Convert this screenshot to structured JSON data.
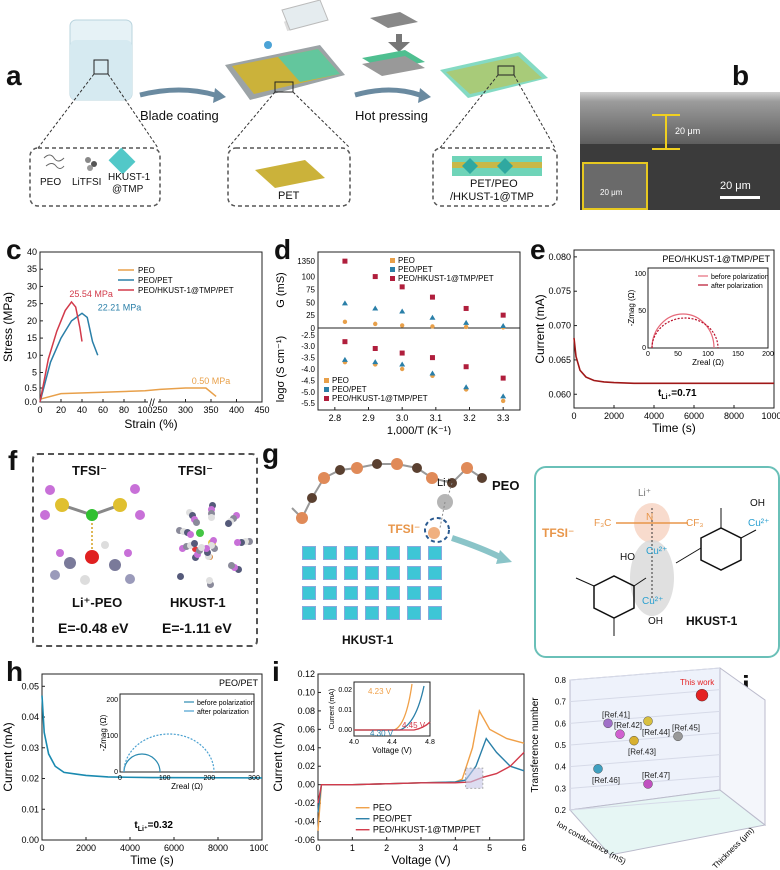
{
  "panels": {
    "a": {
      "label": "a",
      "arrow1": "Blade coating",
      "arrow2": "Hot pressing",
      "materials": [
        "PEO",
        "LiTFSI",
        "HKUST-1",
        "@TMP"
      ],
      "pet": "PET",
      "composite1": "PET/PEO",
      "composite2": "/HKUST-1@TMP"
    },
    "b": {
      "label": "b",
      "thickness": "20 μm",
      "scale_main": "20 μm",
      "scale_inset": "20 μm"
    },
    "c": {
      "label": "c"
    },
    "d": {
      "label": "d"
    },
    "e": {
      "label": "e"
    },
    "f": {
      "label": "f",
      "left_title": "TFSI⁻",
      "right_title": "TFSI⁻",
      "left_name": "Li⁺-PEO",
      "right_name": "HKUST-1",
      "left_energy": "E=-0.48 eV",
      "right_energy": "E=-1.11 eV"
    },
    "g": {
      "label": "g",
      "peo": "PEO",
      "li": "Li⁺",
      "tfsi": "TFSI⁻",
      "hkust": "HKUST-1",
      "zoom_li": "Li⁺",
      "zoom_n": "N",
      "zoom_cf3a": "F₃C",
      "zoom_cf3b": "CF₃",
      "zoom_tfsi": "TFSI⁻",
      "zoom_cu1": "Cu²⁺",
      "zoom_cu2": "Cu²⁺",
      "zoom_cu3": "Cu²⁺",
      "zoom_ho": "HO",
      "zoom_oh": "OH",
      "zoom_oh2": "OH",
      "zoom_hkust": "HKUST-1"
    },
    "h": {
      "label": "h"
    },
    "i": {
      "label": "i"
    },
    "j": {
      "label": "j"
    }
  },
  "chart_data": [
    {
      "id": "c",
      "type": "line",
      "xlabel": "Strain (%)",
      "ylabel": "Stress (MPa)",
      "xticks": [
        "0",
        "20",
        "40",
        "60",
        "80",
        "100",
        "250",
        "300",
        "350",
        "400",
        "450"
      ],
      "yticks": [
        "0.0",
        "0.5",
        "5",
        "10",
        "15",
        "20",
        "25",
        "30",
        "35",
        "40"
      ],
      "series": [
        {
          "name": "PEO",
          "color": "#e8a04a",
          "x": [
            0,
            20,
            60,
            100,
            250,
            300,
            340,
            360
          ],
          "y": [
            0.1,
            0.3,
            0.35,
            0.4,
            0.45,
            0.5,
            0.5,
            0.2
          ]
        },
        {
          "name": "PEO/PET",
          "color": "#2a7fa8",
          "x": [
            0,
            10,
            20,
            30,
            40,
            45,
            50,
            55
          ],
          "y": [
            0,
            8,
            15,
            20,
            22.2,
            21,
            14,
            10
          ]
        },
        {
          "name": "PEO/HKUST-1@TMP/PET",
          "color": "#d23a4a",
          "x": [
            0,
            8,
            16,
            24,
            30,
            34,
            38,
            40
          ],
          "y": [
            0,
            9,
            17,
            23,
            25.5,
            24,
            18,
            14
          ]
        }
      ],
      "annotations": [
        "25.54 MPa",
        "22.21 MPa",
        "0.50 MPa"
      ]
    },
    {
      "id": "d",
      "type": "scatter",
      "xlabel": "1,000/T (K⁻¹)",
      "ylabel_top": "G (mS)",
      "ylabel_bottom": "logσ (S cm⁻¹)",
      "xticks": [
        "2.8",
        "2.9",
        "3.0",
        "3.1",
        "3.2",
        "3.3"
      ],
      "yticks_top": [
        "0",
        "25",
        "50",
        "75",
        "100",
        "1350"
      ],
      "yticks_bottom": [
        "-2.5",
        "-3.0",
        "-3.5",
        "-4.0",
        "-4.5",
        "-5.0",
        "-5.5"
      ],
      "x": [
        2.83,
        2.92,
        3.0,
        3.09,
        3.19,
        3.3
      ],
      "top_series": [
        {
          "name": "PEO",
          "color": "#e8a04a",
          "y": [
            12,
            8,
            5,
            3,
            2,
            1
          ]
        },
        {
          "name": "PEO/PET",
          "color": "#2a7fa8",
          "y": [
            48,
            38,
            32,
            20,
            10,
            4
          ]
        },
        {
          "name": "PEO/HKUST-1@TMP/PET",
          "color": "#b01e3c",
          "y": [
            130,
            100,
            80,
            60,
            38,
            25
          ]
        }
      ],
      "bottom_series": [
        {
          "name": "PEO",
          "color": "#e8a04a",
          "y": [
            -3.7,
            -3.8,
            -4.0,
            -4.3,
            -4.9,
            -5.4
          ]
        },
        {
          "name": "PEO/PET",
          "color": "#2a7fa8",
          "y": [
            -3.6,
            -3.7,
            -3.8,
            -4.2,
            -4.8,
            -5.2
          ]
        },
        {
          "name": "PEO/HKUST-1@TMP/PET",
          "color": "#b01e3c",
          "y": [
            -2.8,
            -3.1,
            -3.3,
            -3.5,
            -3.9,
            -4.4
          ]
        }
      ]
    },
    {
      "id": "e",
      "type": "line",
      "title": "PEO/HKUST-1@TMP/PET",
      "xlabel": "Time (s)",
      "ylabel": "Current (mA)",
      "xticks": [
        "0",
        "2000",
        "4000",
        "6000",
        "8000",
        "10000"
      ],
      "yticks": [
        "0.060",
        "0.065",
        "0.070",
        "0.075",
        "0.080"
      ],
      "x": [
        0,
        100,
        300,
        600,
        1000,
        1500,
        2000,
        3000,
        5000,
        10000
      ],
      "y": [
        0.0682,
        0.0655,
        0.0635,
        0.0625,
        0.062,
        0.0618,
        0.0617,
        0.0616,
        0.0616,
        0.0616
      ],
      "t_label": "t",
      "t_sub": "Li⁺",
      "t_value": "=0.71",
      "inset": {
        "xlabel": "Zreal (Ω)",
        "ylabel": "-Zmag (Ω)",
        "xticks": [
          "0",
          "50",
          "100",
          "150",
          "200"
        ],
        "yticks": [
          "0",
          "50",
          "100"
        ],
        "legend": [
          "before polarization",
          "after polarization"
        ]
      }
    },
    {
      "id": "h",
      "type": "line",
      "title": "PEO/PET",
      "xlabel": "Time (s)",
      "ylabel": "Current (mA)",
      "xticks": [
        "0",
        "2000",
        "4000",
        "6000",
        "8000",
        "10000"
      ],
      "yticks": [
        "0.00",
        "0.01",
        "0.02",
        "0.03",
        "0.04",
        "0.05"
      ],
      "x": [
        0,
        100,
        300,
        600,
        1000,
        1500,
        2000,
        3000,
        5000,
        10000
      ],
      "y": [
        0.047,
        0.035,
        0.028,
        0.024,
        0.022,
        0.0215,
        0.021,
        0.0205,
        0.0203,
        0.0202
      ],
      "t_label": "t",
      "t_sub": "Li⁺",
      "t_value": "=0.32",
      "inset": {
        "xlabel": "Zreal (Ω)",
        "ylabel": "-Zmag (Ω)",
        "xticks": [
          "0",
          "100",
          "200",
          "300"
        ],
        "yticks": [
          "0",
          "100",
          "200"
        ],
        "legend": [
          "before polarization",
          "after polarization"
        ]
      }
    },
    {
      "id": "i",
      "type": "line",
      "xlabel": "Voltage (V)",
      "ylabel": "Current (mA)",
      "xticks": [
        "0",
        "1",
        "2",
        "3",
        "4",
        "5",
        "6"
      ],
      "yticks": [
        "-0.06",
        "-0.04",
        "-0.02",
        "0.00",
        "0.02",
        "0.04",
        "0.06",
        "0.08",
        "0.10",
        "0.12"
      ],
      "series": [
        {
          "name": "PEO",
          "color": "#f0a048",
          "x": [
            0,
            0.1,
            0.3,
            1,
            3,
            4,
            4.2,
            4.5,
            4.7,
            5,
            5.5,
            6
          ],
          "y": [
            -0.05,
            0,
            0,
            0,
            0.002,
            0.003,
            0.006,
            0.04,
            0.08,
            0.06,
            0.05,
            0.045
          ]
        },
        {
          "name": "PEO/PET",
          "color": "#2a7fa8",
          "x": [
            0,
            0.1,
            0.3,
            1,
            3,
            4,
            4.3,
            4.6,
            4.9,
            5.2,
            5.6,
            6
          ],
          "y": [
            -0.03,
            0,
            0,
            0,
            0.002,
            0.003,
            0.005,
            0.02,
            0.05,
            0.035,
            0.02,
            0.015
          ]
        },
        {
          "name": "PEO/HKUST-1@TMP/PET",
          "color": "#d23a4a",
          "x": [
            0,
            0.1,
            0.3,
            1,
            3,
            4,
            4.45,
            4.8,
            5.2,
            5.6,
            6
          ],
          "y": [
            -0.02,
            0,
            0,
            0,
            0.002,
            0.002,
            0.003,
            0.008,
            0.012,
            0.02,
            0.035
          ]
        }
      ],
      "inset": {
        "xlabel": "Voltage (V)",
        "ylabel": "Current (mA)",
        "xticks": [
          "4.0",
          "4.4",
          "4.8"
        ],
        "yticks": [
          "0.00",
          "0.01",
          "0.02"
        ],
        "annotations": [
          "4.23 V",
          "4.30 V",
          "4.45 V"
        ]
      }
    },
    {
      "id": "j",
      "type": "scatter",
      "xlabel": "Ion conductance (mS)",
      "ylabel": "Transference number",
      "zlabel": "Thickness (μm)",
      "yticks": [
        "0.2",
        "0.3",
        "0.4",
        "0.5",
        "0.6",
        "0.7",
        "0.8"
      ],
      "points": [
        {
          "name": "This work",
          "color": "#e52222",
          "y": 0.73
        },
        {
          "name": "[Ref.41]",
          "color": "#a070c8",
          "y": 0.6
        },
        {
          "name": "[Ref.44]",
          "color": "#d8c040",
          "y": 0.61
        },
        {
          "name": "[Ref.42]",
          "color": "#d060d0",
          "y": 0.55
        },
        {
          "name": "[Ref.43]",
          "color": "#d8b030",
          "y": 0.52
        },
        {
          "name": "[Ref.45]",
          "color": "#999999",
          "y": 0.54
        },
        {
          "name": "[Ref.46]",
          "color": "#40a0c0",
          "y": 0.39
        },
        {
          "name": "[Ref.47]",
          "color": "#c050c0",
          "y": 0.32
        }
      ]
    }
  ]
}
